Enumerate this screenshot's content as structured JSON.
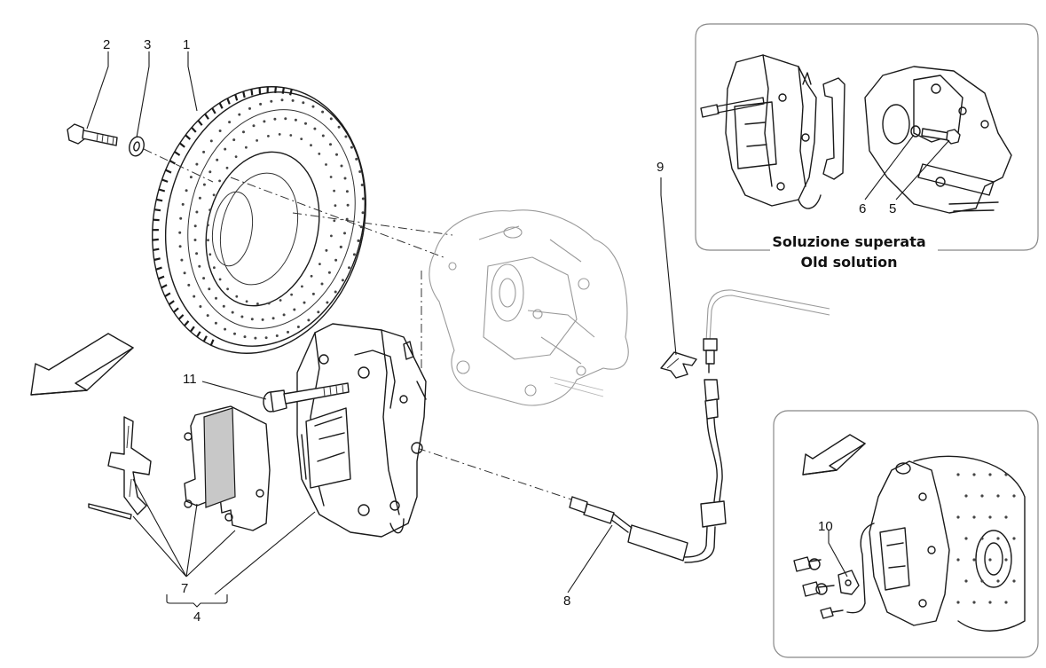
{
  "callouts": {
    "c1": "1",
    "c2": "2",
    "c3": "3",
    "c4": "4",
    "c5": "5",
    "c6": "6",
    "c7": "7",
    "c8": "8",
    "c9": "9",
    "c10": "10",
    "c11": "11"
  },
  "inset_old": {
    "caption_it": "Soluzione superata",
    "caption_en": "Old solution"
  },
  "colors": {
    "line": "#1a1a1a",
    "faint_part": "#9a9a9a",
    "pad_fill": "#c8c8c8",
    "panel_border": "#888888"
  }
}
